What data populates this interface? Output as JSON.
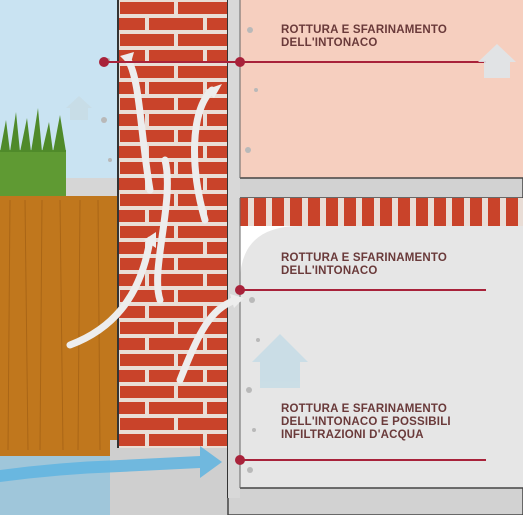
{
  "labels": {
    "top": {
      "line1": "ROTTURA E SFARINAMENTO",
      "line2": "DELL'INTONACO"
    },
    "mid": {
      "line1": "ROTTURA E SFARINAMENTO",
      "line2": "DELL'INTONACO"
    },
    "bot": {
      "line1": "ROTTURA E SFARINAMENTO",
      "line2": "DELL'INTONACO E POSSIBILI",
      "line3": "INFILTRAZIONI D'ACQUA"
    }
  },
  "colors": {
    "sky": "#c9e3f2",
    "grass": "#5f9a33",
    "soil": "#c0771d",
    "brick": "#c9432a",
    "mortar": "#e9ddd6",
    "upper_room": "#f6cfbf",
    "lower_room": "#e6e6e6",
    "plaster": "#d8d8d8",
    "slab": "#d2d2d2",
    "water": "#5fb4e0",
    "marker": "#a8223a",
    "text": "#6a3a3a",
    "watermark": "#c8dde6"
  },
  "icons": [
    "house-watermark-icon"
  ]
}
